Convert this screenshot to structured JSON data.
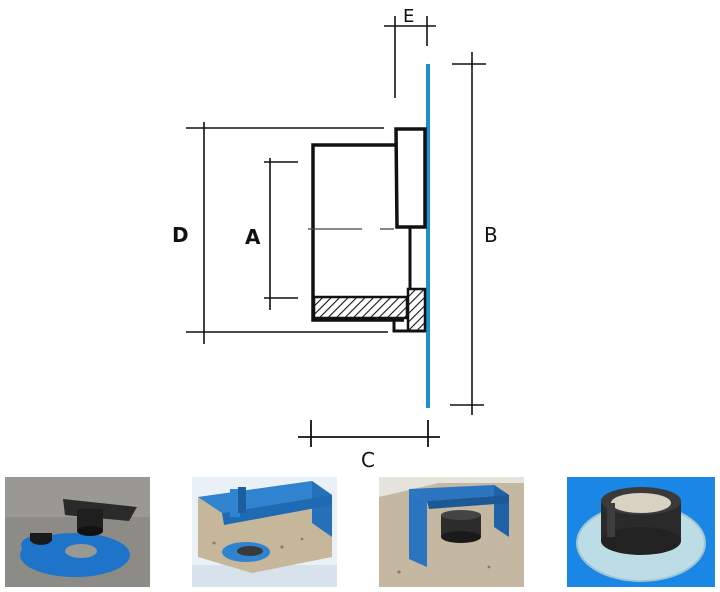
{
  "labels": {
    "a": "A",
    "b": "B",
    "c": "C",
    "d": "D",
    "e": "E"
  },
  "colors": {
    "membrane": "#1f8fd0",
    "outline": "#111111",
    "photo_blue": "#1e74c8",
    "sky_blue": "#1a86e6"
  },
  "photos": [
    {
      "name": "photo-flange-on-floor"
    },
    {
      "name": "photo-cutaway-model-edge"
    },
    {
      "name": "photo-cutaway-model-corner"
    },
    {
      "name": "photo-black-sleeve-flange"
    }
  ]
}
